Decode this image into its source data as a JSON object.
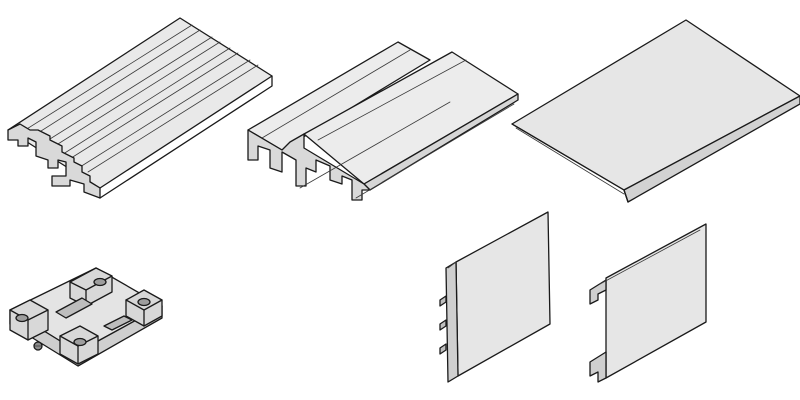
{
  "colors": {
    "background": "#ffffff",
    "outline": "#1a1a1a",
    "face_light": "#e9e9e9",
    "face_mid": "#d9d9d9",
    "face_dark": "#c2c2c2",
    "groove": "#bdbdbd"
  },
  "parts": [
    {
      "id": "double-track-profile",
      "icon": "aluminium-rail-profile"
    },
    {
      "id": "twin-channel-profile",
      "icon": "twin-channel-rail-profile"
    },
    {
      "id": "cover-strip",
      "icon": "flat-cover-strip"
    },
    {
      "id": "end-clip-connector",
      "icon": "mounting-clip"
    },
    {
      "id": "fascia-panel-left",
      "icon": "stepped-edge-fascia"
    },
    {
      "id": "fascia-panel-right",
      "icon": "plain-edge-fascia"
    }
  ]
}
